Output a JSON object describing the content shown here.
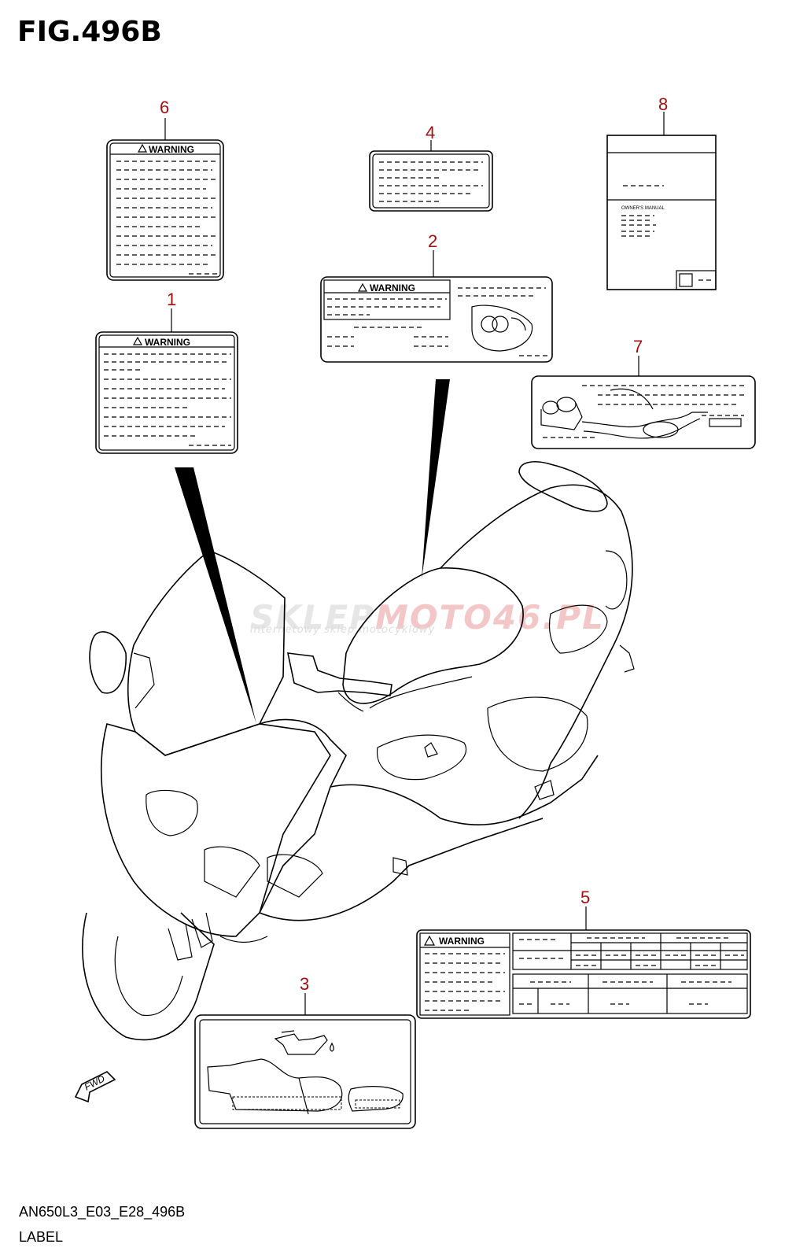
{
  "figure": {
    "title": "FIG.496B"
  },
  "callouts": [
    "1",
    "2",
    "3",
    "4",
    "5",
    "6",
    "7",
    "8"
  ],
  "labels": {
    "warning": "WARNING",
    "owners_manual": "OWNER'S MANUAL",
    "fwd": "FWD"
  },
  "watermark": {
    "main_a": "SKLEP",
    "main_b": "MOTO",
    "main_c": "46",
    "main_d": ".PL",
    "sub": "internetowy sklep motocyklowy"
  },
  "footer": {
    "code": "AN650L3_E03_E28_496B",
    "label": "LABEL"
  },
  "colors": {
    "callout": "#a01010",
    "line": "#000000"
  }
}
